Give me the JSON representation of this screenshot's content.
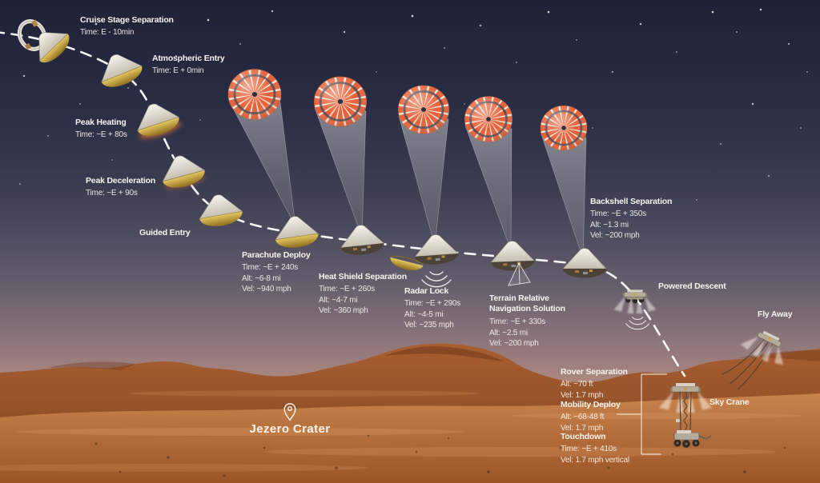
{
  "location": {
    "label": "Jezero Crater"
  },
  "colors": {
    "sky_top": "#1e2236",
    "sky_horizon": "#e7b291",
    "terrain": "#a85e30",
    "parachute_orange": "#e85f36",
    "parachute_cream": "#f0e8da",
    "heat_shield_gold": "#c4a340",
    "trajectory_white": "#ffffff"
  },
  "stages": [
    {
      "id": "cruise-stage-separation",
      "title": "Cruise Stage Separation",
      "lines": [
        "Time: E - 10min"
      ]
    },
    {
      "id": "atmospheric-entry",
      "title": "Atmospheric Entry",
      "lines": [
        "Time: E + 0min"
      ]
    },
    {
      "id": "peak-heating",
      "title": "Peak Heating",
      "lines": [
        "Time: ~E + 80s"
      ]
    },
    {
      "id": "peak-deceleration",
      "title": "Peak Deceleration",
      "lines": [
        "Time: ~E + 90s"
      ]
    },
    {
      "id": "guided-entry",
      "title": "Guided Entry",
      "lines": []
    },
    {
      "id": "parachute-deploy",
      "title": "Parachute Deploy",
      "lines": [
        "Time: ~E + 240s",
        "Alt: ~6-8 mi",
        "Vel: ~940 mph"
      ]
    },
    {
      "id": "heat-shield-separation",
      "title": "Heat Shield Separation",
      "lines": [
        "Time: ~E + 260s",
        "Alt: ~4-7 mi",
        "Vel: ~360 mph"
      ]
    },
    {
      "id": "radar-lock",
      "title": "Radar Lock",
      "lines": [
        "Time: ~E + 290s",
        "Alt: ~4-5 mi",
        "Vel: ~235 mph"
      ]
    },
    {
      "id": "terrain-relative-navigation-solution",
      "title": "Terrain Relative Navigation Solution",
      "lines": [
        "Time: ~E + 330s",
        "Alt: ~2.5 mi",
        "Vel: ~200 mph"
      ]
    },
    {
      "id": "backshell-separation",
      "title": "Backshell Separation",
      "lines": [
        "Time: ~E + 350s",
        "Alt: ~1.3 mi",
        "Vel: ~200 mph"
      ]
    },
    {
      "id": "powered-descent",
      "title": "Powered Descent",
      "lines": []
    },
    {
      "id": "fly-away",
      "title": "Fly Away",
      "lines": []
    },
    {
      "id": "sky-crane",
      "title": "Sky Crane",
      "lines": []
    },
    {
      "id": "rover-separation",
      "title": "Rover Separation",
      "lines": [
        "Alt: ~70 ft",
        "Vel: 1.7 mph"
      ]
    },
    {
      "id": "mobility-deploy",
      "title": "Mobility Deploy",
      "lines": [
        "Alt: ~68-48 ft",
        "Vel: 1.7 mph"
      ]
    },
    {
      "id": "touchdown",
      "title": "Touchdown",
      "lines": [
        "Time: ~E + 410s",
        "Vel: 1.7 mph vertical"
      ]
    }
  ]
}
